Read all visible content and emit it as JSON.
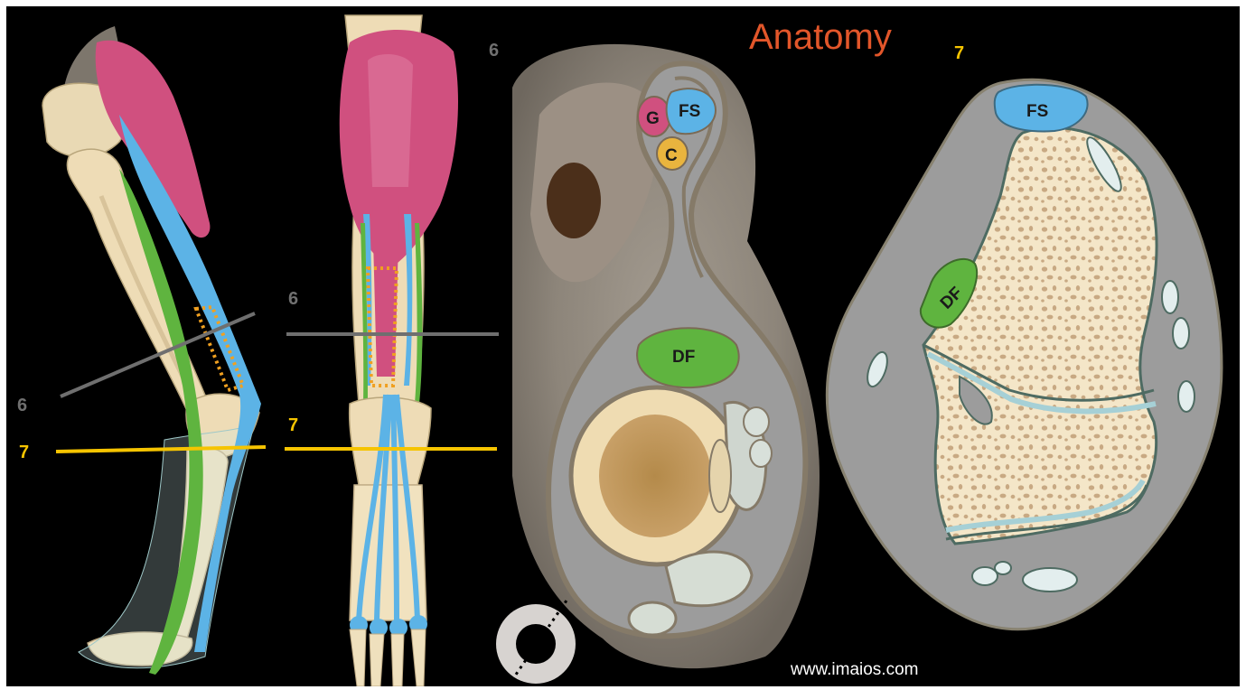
{
  "title": "Anatomy",
  "website": "www.imaios.com",
  "section_labels": {
    "lateral_6": "6",
    "lateral_7": "7",
    "cranial_6": "6",
    "cranial_7": "7",
    "photo_6": "6",
    "drawing_7": "7"
  },
  "structure_labels": {
    "photo_g": "G",
    "photo_fs": "FS",
    "photo_c": "C",
    "photo_df": "DF",
    "drawing_fs": "FS",
    "drawing_df": "DF"
  },
  "colors": {
    "title": "#e2562a",
    "level_6_line": "#6f6f6f",
    "level_7_line": "#f6c400",
    "gastrocnemius": "#d0507f",
    "flexor_superficialis": "#5cb3e6",
    "calcaneal_tendon": "#e9b43e",
    "deep_flexor": "#5fb43f",
    "bone": "#f2e3c2",
    "soft_tissue": "#9c9c9c"
  }
}
